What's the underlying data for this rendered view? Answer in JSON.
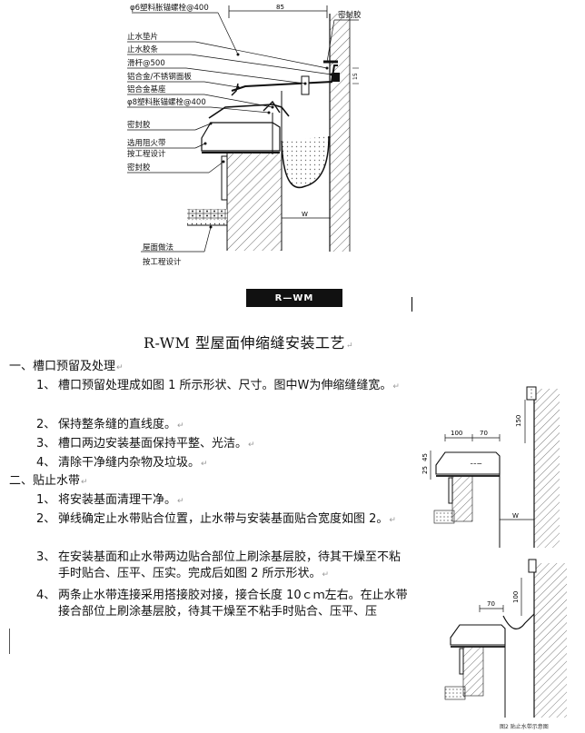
{
  "top_drawing": {
    "labels": {
      "anchor_top": "φ6塑料胀锚螺栓@400",
      "dim_85": "85",
      "sealant_top_right": "密封胶",
      "waterstop_pad": "止水垫片",
      "waterstop_strip": "止水胶条",
      "slide_rod": "滑杆@500",
      "panel": "铝合金/不锈钢面板",
      "base": "铝合金基座",
      "anchor_mid": "φ8塑料胀锚螺栓@400",
      "sealant_1": "密封胶",
      "fire_belt_1": "选用阻火带",
      "fire_belt_2": "按工程设计",
      "sealant_2": "密封胶",
      "roof_1": "屋面做法",
      "roof_2": "按工程设计",
      "dim_w": "W",
      "dim_small": "15"
    },
    "model_label": "R—WM"
  },
  "doc": {
    "title": "R-WM 型屋面伸缩缝安装工艺",
    "return_mark": "↵",
    "section1": {
      "heading": "一、槽口预留及处理",
      "items": [
        {
          "num": "1、",
          "text": "槽口预留处理成如图  1 所示形状、尺寸。图中W为伸缩缝缝宽。"
        },
        {
          "num": "2、",
          "text": "保持整条缝的直线度。"
        },
        {
          "num": "3、",
          "text": "槽口两边安装基面保持平整、光洁。"
        },
        {
          "num": "4、",
          "text": "清除干净缝内杂物及垃圾。"
        }
      ]
    },
    "section2": {
      "heading": "二、贴止水带",
      "items": [
        {
          "num": "1、",
          "text": "将安装基面清理干净。"
        },
        {
          "num": "2、",
          "text": "弹线确定止水带贴合位置，止水带与安装基面贴合宽度如图 2。"
        },
        {
          "num": "3、",
          "text": "在安装基面和止水带两边贴合部位上刷涂基层胶，待其干燥至不粘手时贴合、压平、压实。完成后如图 2 所示形状。"
        },
        {
          "num": "4、",
          "text": "两条止水带连接采用搭接胶对接，接合长度 10ｃｍ左右。在止水带接合部位上刷涂基层胶，待其干燥至不粘手时贴合、压平、压"
        }
      ]
    }
  },
  "fig1": {
    "dim_100": "100",
    "dim_70": "70",
    "dim_150": "150",
    "dim_25": "25",
    "dim_45": "45",
    "dim_w": "W"
  },
  "fig2": {
    "dim_70": "70",
    "dim_100": "100",
    "caption": "图2  贴止水带示意图"
  }
}
